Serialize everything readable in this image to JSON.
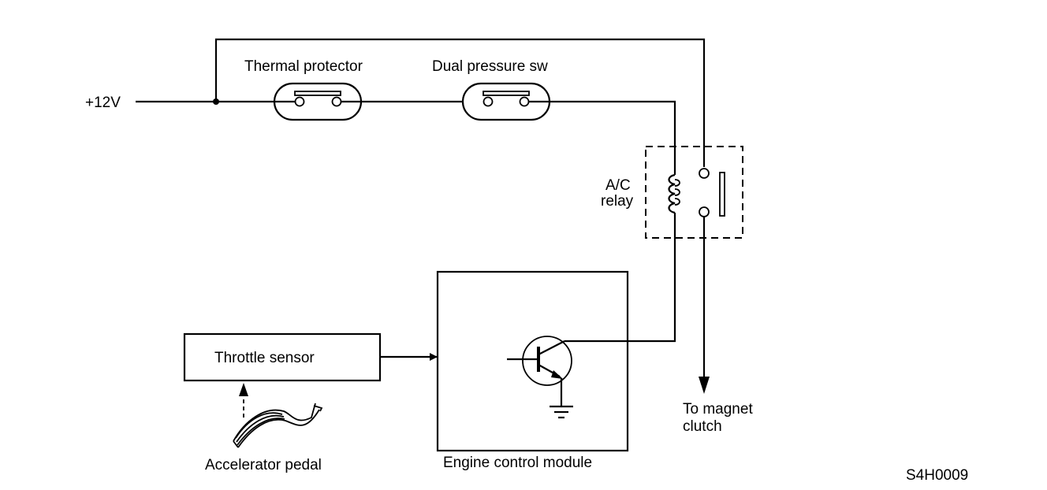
{
  "diagram": {
    "type": "circuit-schematic",
    "supply": {
      "label": "+12V"
    },
    "components": {
      "thermal_protector": {
        "label": "Thermal protector"
      },
      "dual_pressure_switch": {
        "label": "Dual pressure sw"
      },
      "ac_relay": {
        "label_line1": "A/C",
        "label_line2": "relay"
      },
      "engine_control_module": {
        "label": "Engine control module"
      },
      "throttle_sensor": {
        "label": "Throttle sensor"
      },
      "accelerator_pedal": {
        "label": "Accelerator pedal"
      },
      "magnet_clutch": {
        "label_line1": "To magnet",
        "label_line2": "clutch"
      }
    },
    "figure_code": "S4H0009",
    "connections": [
      {
        "from": "+12V",
        "to": "Thermal protector"
      },
      {
        "from": "Thermal protector",
        "to": "Dual pressure sw"
      },
      {
        "from": "Dual pressure sw",
        "to": "A/C relay coil"
      },
      {
        "from": "A/C relay coil",
        "to": "Engine control module transistor collector"
      },
      {
        "from": "+12V",
        "to": "A/C relay contact"
      },
      {
        "from": "A/C relay contact",
        "to": "To magnet clutch"
      },
      {
        "from": "Throttle sensor",
        "to": "Engine control module"
      },
      {
        "from": "Accelerator pedal",
        "to": "Throttle sensor",
        "style": "dashed"
      }
    ]
  }
}
